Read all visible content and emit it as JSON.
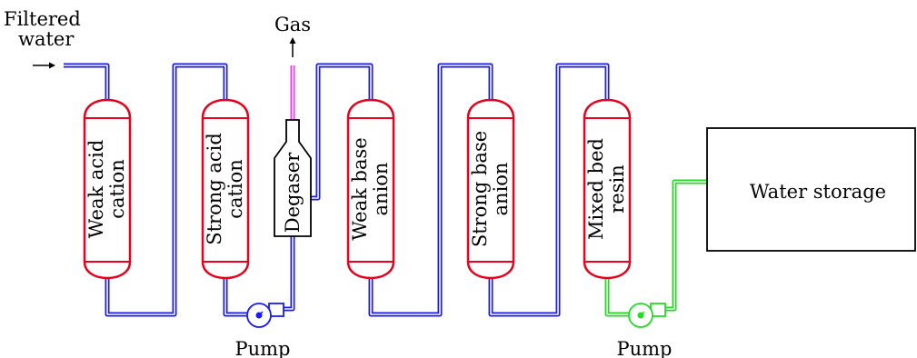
{
  "labels": {
    "inlet_line1": "Filtered",
    "inlet_line2": "water",
    "gas": "Gas",
    "pump1": "Pump",
    "pump2": "Pump",
    "storage": "Water storage"
  },
  "vessels": [
    {
      "line1": "Weak acid",
      "line2": "cation"
    },
    {
      "line1": "Strong acid",
      "line2": "cation"
    },
    {
      "line1": "Weak base",
      "line2": "anion"
    },
    {
      "line1": "Strong base",
      "line2": "anion"
    },
    {
      "line1": "Mixed bed",
      "line2": "resin"
    }
  ],
  "degaser": {
    "label": "Degaser"
  },
  "colors": {
    "vessel_stroke": "#e8001c",
    "water_pipe": "#1a1aff",
    "gas_pipe": "#ff33ff",
    "product_pipe": "#22dd22",
    "outline": "#000000"
  }
}
